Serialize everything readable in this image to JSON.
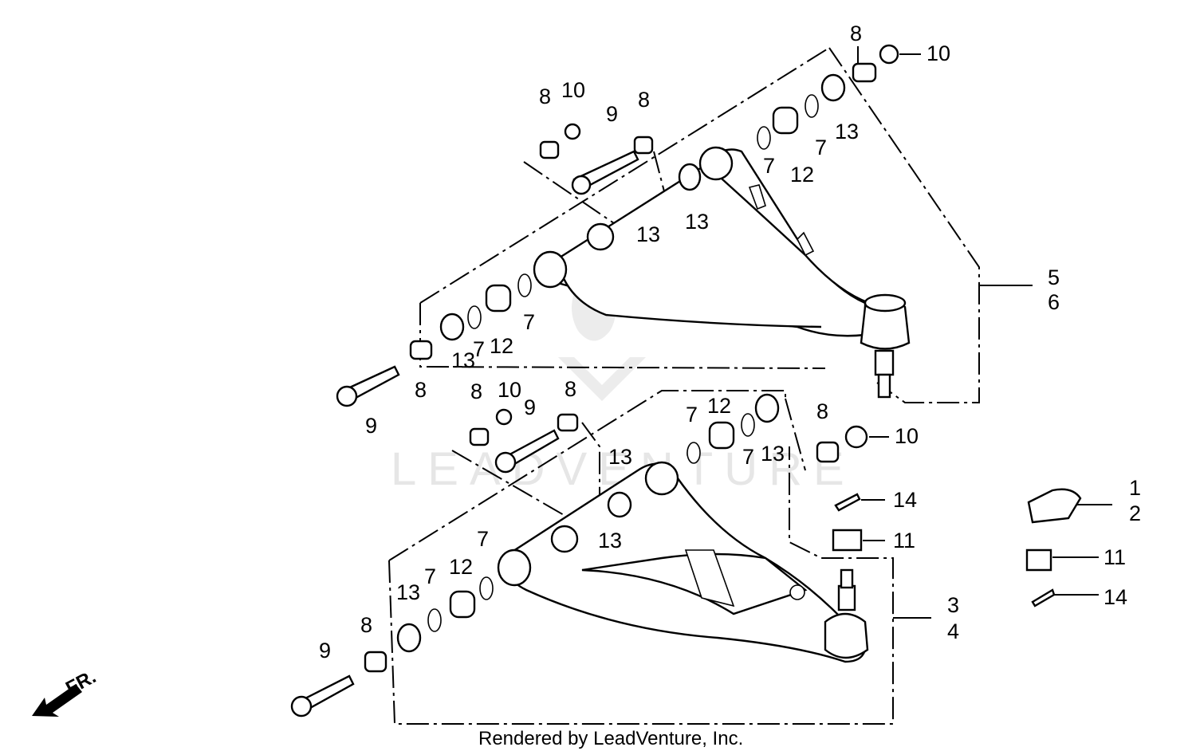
{
  "labels": {
    "p1": "1",
    "p2": "2",
    "p3": "3",
    "p4": "4",
    "p5": "5",
    "p6": "6",
    "u8a": "8",
    "u10a": "10",
    "u9a": "9",
    "u8b": "8",
    "u8c": "8",
    "u10b": "10",
    "u7a": "7",
    "u12a": "12",
    "u7b": "7",
    "u13a": "13",
    "u13b": "13",
    "u13c": "13",
    "u13d": "13",
    "u7c": "7",
    "u12b": "12",
    "u7d": "7",
    "u8d": "8",
    "u9b": "9",
    "l8a": "8",
    "l10a": "10",
    "l9a": "9",
    "l8b": "8",
    "l7a": "7",
    "l12a": "12",
    "l7b": "7",
    "l13a": "13",
    "l8c": "8",
    "l10b": "10",
    "l13b": "13",
    "l13c": "13",
    "l7c": "7",
    "l12b": "12",
    "l7d": "7",
    "l13d": "13",
    "l8d": "8",
    "l9b": "9",
    "k14a": "14",
    "k11a": "11",
    "k11b": "11",
    "k14b": "14"
  },
  "direction_label": "FR.",
  "watermark": "LEADVENTURE",
  "credit": "Rendered by LeadVenture, Inc."
}
